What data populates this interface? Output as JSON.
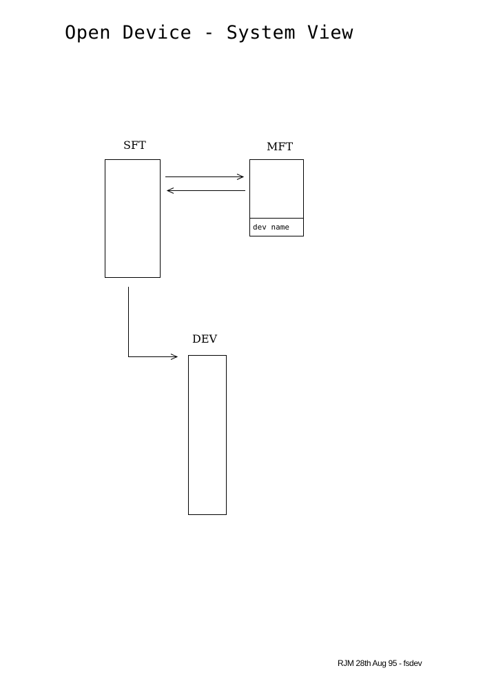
{
  "title": "Open Device - System View",
  "nodes": {
    "sft": {
      "label": "SFT"
    },
    "mft": {
      "label": "MFT",
      "field": "dev name"
    },
    "dev": {
      "label": "DEV"
    }
  },
  "footer": "RJM 28th Aug 95 - fsdev"
}
